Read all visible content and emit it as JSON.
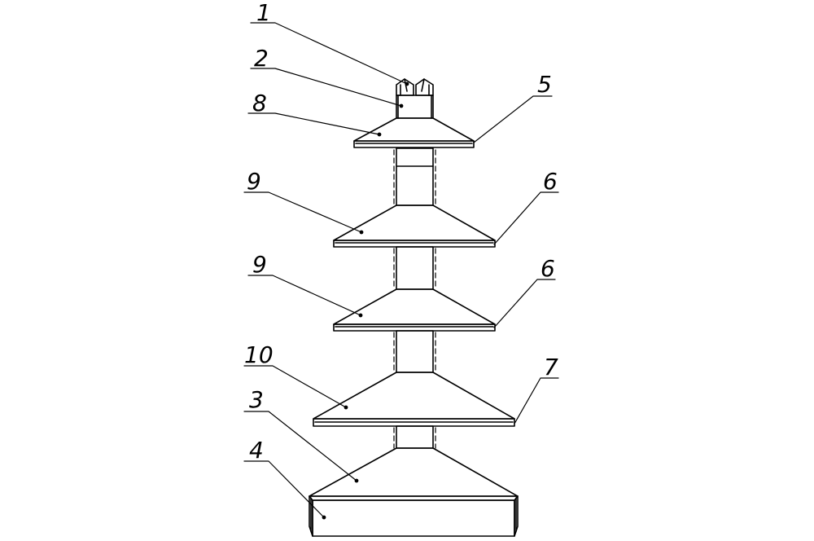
{
  "diagram": {
    "stroke_color": "#000000",
    "background_color": "#ffffff",
    "callouts": [
      {
        "id": "c1",
        "label": "1"
      },
      {
        "id": "c2",
        "label": "2"
      },
      {
        "id": "c8",
        "label": "8"
      },
      {
        "id": "c5",
        "label": "5"
      },
      {
        "id": "c9a",
        "label": "9"
      },
      {
        "id": "c6a",
        "label": "6"
      },
      {
        "id": "c9b",
        "label": "9"
      },
      {
        "id": "c6b",
        "label": "6"
      },
      {
        "id": "c10",
        "label": "10"
      },
      {
        "id": "c7",
        "label": "7"
      },
      {
        "id": "c3",
        "label": "3"
      },
      {
        "id": "c4",
        "label": "4"
      }
    ]
  }
}
